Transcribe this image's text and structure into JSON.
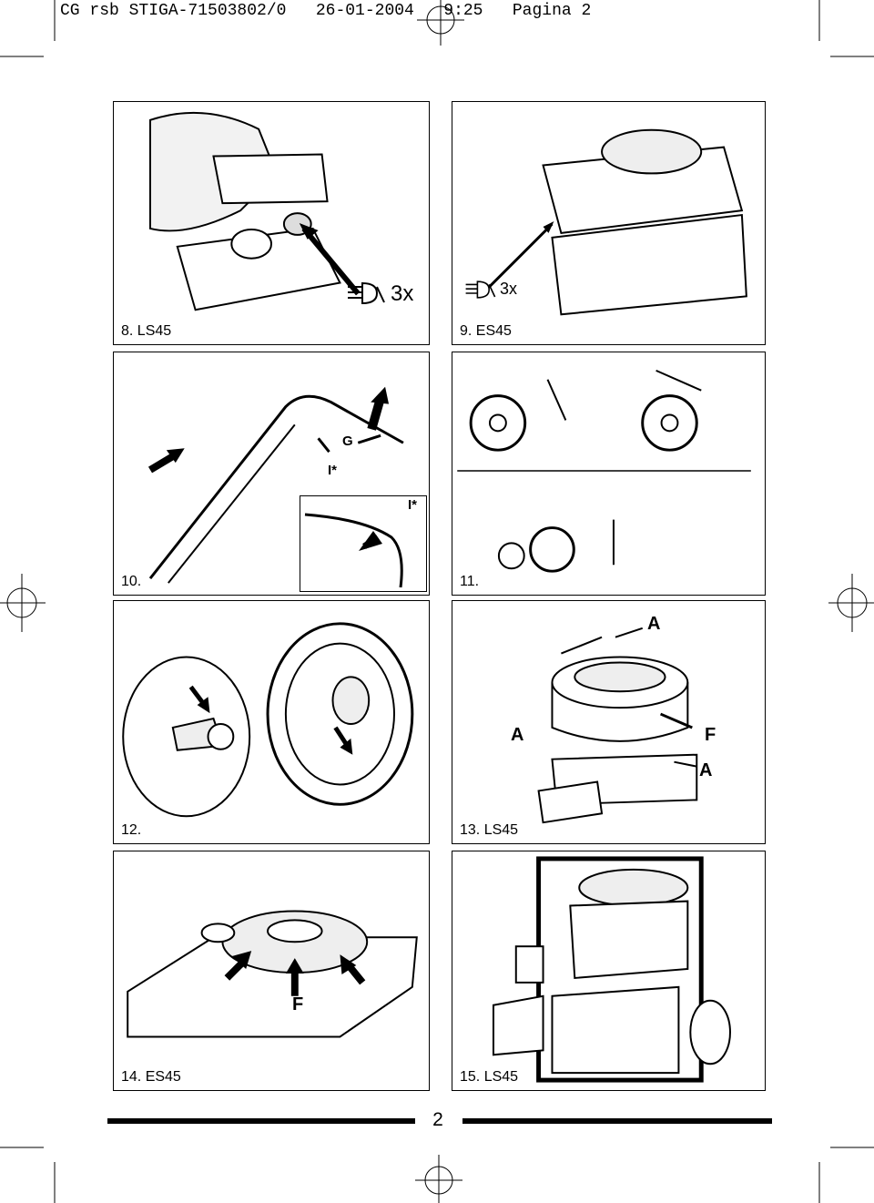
{
  "header": {
    "text": "CG rsb STIGA-71503802/0   26-01-2004   9:25   Pagina 2"
  },
  "figures": [
    {
      "id": "8",
      "caption": "8. LS45",
      "times_label": "3x"
    },
    {
      "id": "9",
      "caption": "9. ES45",
      "times_label": "3x"
    },
    {
      "id": "10",
      "caption": "10.",
      "labels": [
        "G",
        "I*",
        "I*"
      ]
    },
    {
      "id": "11",
      "caption": "11."
    },
    {
      "id": "12",
      "caption": "12."
    },
    {
      "id": "13",
      "caption": "13. LS45",
      "labels": [
        "A",
        "A",
        "F",
        "A"
      ]
    },
    {
      "id": "14",
      "caption": "14. ES45",
      "labels": [
        "F"
      ]
    },
    {
      "id": "15",
      "caption": "15. LS45"
    }
  ],
  "footer": {
    "page_number": "2"
  },
  "icons": [
    "registration-mark-icon",
    "arrow-icon",
    "hand-pump-icon"
  ]
}
